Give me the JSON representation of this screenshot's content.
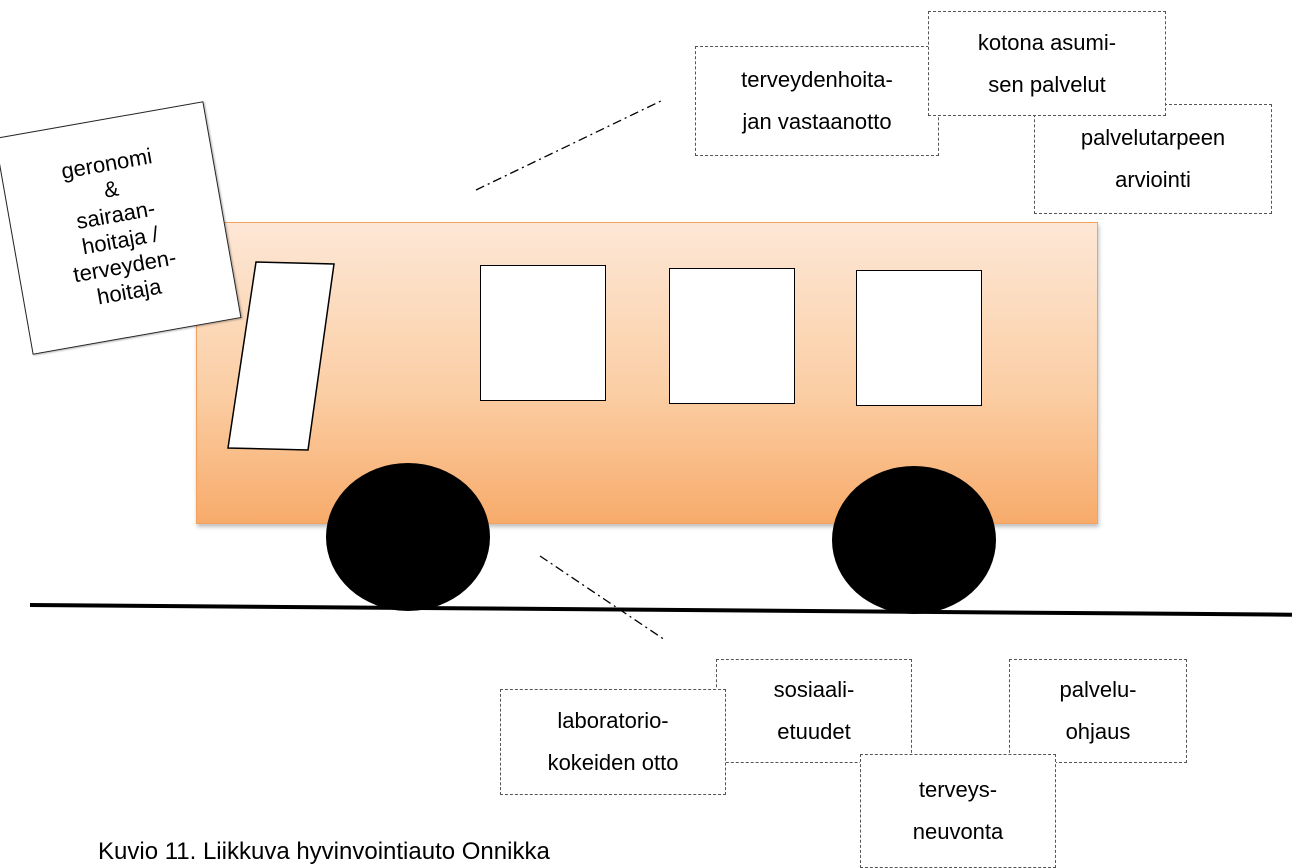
{
  "staff_note": {
    "text": "geronomi\n&\nsairaan-\nhoitaja /\nterveyden-\nhoitaja"
  },
  "top_services": {
    "terveydenhoitajan_vastaanotto": "terveydenhoita-\njan vastaanotto",
    "kotona_asumisen_palvelut": "kotona asumi-\nsen palvelut",
    "palvelutarpeen_arviointi": "palvelutarpeen\narviointi"
  },
  "bottom_services": {
    "laboratoriokokeiden_otto": "laboratorio-\nkokeiden otto",
    "sosiaalietuudet": "sosiaali-\netuudet",
    "terveysneuvonta": "terveys-\nneuvonta",
    "palveluohjaus": "palvelu-\nohjaus"
  },
  "caption": "Kuvio 11. Liikkuva hyvinvointiauto Onnikka",
  "colors": {
    "bus_top": "#fde7d6",
    "bus_bottom": "#f7ab6b",
    "bus_border": "#f4a25e",
    "wheel": "#000000",
    "window": "#ffffff"
  }
}
